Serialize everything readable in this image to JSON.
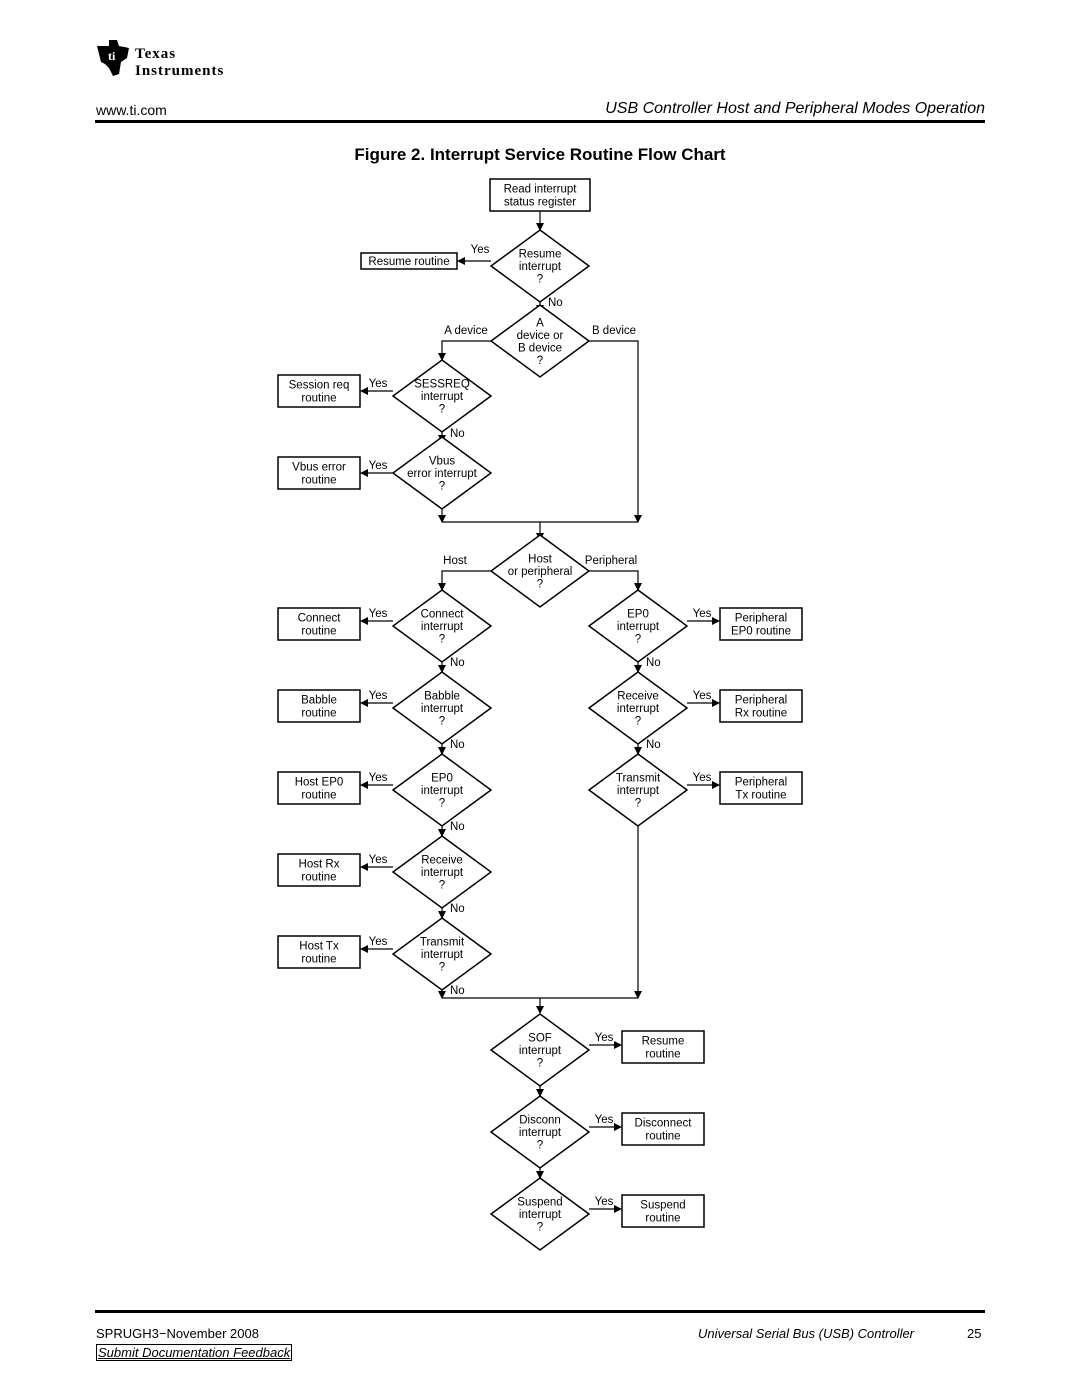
{
  "header": {
    "logo_line1": "Texas",
    "logo_line2": "Instruments",
    "url": "www.ti.com",
    "section_title": "USB Controller Host and Peripheral Modes Operation"
  },
  "figure_title": "Figure 2. Interrupt Service Routine Flow Chart",
  "boxes": {
    "start": [
      "Read interrupt",
      "status register"
    ],
    "resume_top": [
      "Resume routine"
    ],
    "session_req": [
      "Session req",
      "routine"
    ],
    "vbus_error": [
      "Vbus error",
      "routine"
    ],
    "connect": [
      "Connect",
      "routine"
    ],
    "babble": [
      "Babble",
      "routine"
    ],
    "host_ep0": [
      "Host EP0",
      "routine"
    ],
    "host_rx": [
      "Host Rx",
      "routine"
    ],
    "host_tx": [
      "Host Tx",
      "routine"
    ],
    "periph_ep0": [
      "Peripheral",
      "EP0 routine"
    ],
    "periph_rx": [
      "Peripheral",
      "Rx routine"
    ],
    "periph_tx": [
      "Peripheral",
      "Tx routine"
    ],
    "resume_bot": [
      "Resume",
      "routine"
    ],
    "disconnect": [
      "Disconnect",
      "routine"
    ],
    "suspend": [
      "Suspend",
      "routine"
    ]
  },
  "decisions": {
    "resume": [
      "Resume",
      "interrupt",
      "?"
    ],
    "a_or_b": [
      "A",
      "device or",
      "B device",
      "?"
    ],
    "sessreq": [
      "SESSREQ",
      "interrupt",
      "?"
    ],
    "vbus": [
      "Vbus",
      "error interrupt",
      "?"
    ],
    "host_or_periph": [
      "Host",
      "or peripheral",
      "?"
    ],
    "connect": [
      "Connect",
      "interrupt",
      "?"
    ],
    "babble": [
      "Babble",
      "interrupt",
      "?"
    ],
    "ep0_host": [
      "EP0",
      "interrupt",
      "?"
    ],
    "receive_host": [
      "Receive",
      "interrupt",
      "?"
    ],
    "transmit_host": [
      "Transmit",
      "interrupt",
      "?"
    ],
    "ep0_periph": [
      "EP0",
      "interrupt",
      "?"
    ],
    "receive_periph": [
      "Receive",
      "interrupt",
      "?"
    ],
    "transmit_periph": [
      "Transmit",
      "interrupt",
      "?"
    ],
    "sof": [
      "SOF",
      "interrupt",
      "?"
    ],
    "disconn": [
      "Disconn",
      "interrupt",
      "?"
    ],
    "suspend": [
      "Suspend",
      "interrupt",
      "?"
    ]
  },
  "labels": {
    "yes": "Yes",
    "no": "No",
    "a_device": "A device",
    "b_device": "B device",
    "host": "Host",
    "peripheral": "Peripheral"
  },
  "footer": {
    "doc_id": "SPRUGH3−November 2008",
    "doc_title": "Universal Serial Bus (USB) Controller",
    "page": "25",
    "feedback_link": "Submit Documentation Feedback"
  }
}
